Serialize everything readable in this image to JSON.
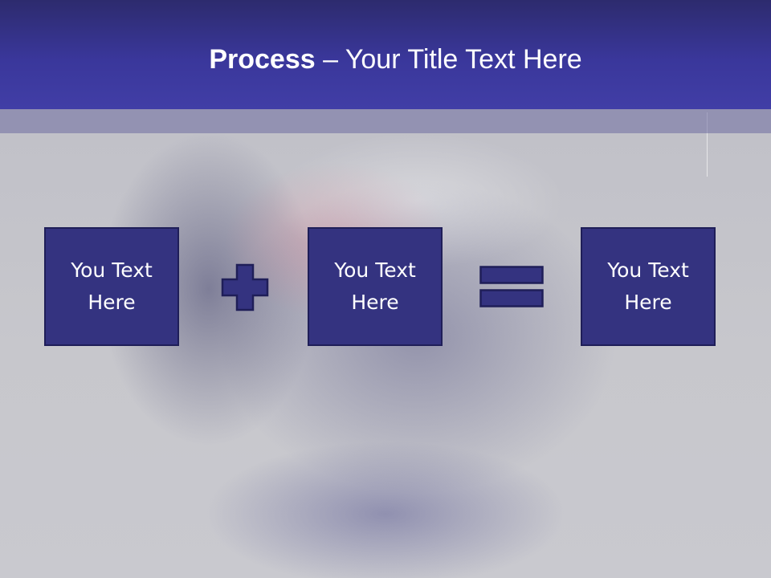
{
  "slide": {
    "title_bold": "Process",
    "title_rest": " – Your Title Text Here",
    "boxes": [
      {
        "text": "You Text\nHere"
      },
      {
        "text": "You Text\nHere"
      },
      {
        "text": "You Text\nHere"
      }
    ],
    "operators": [
      "plus-icon",
      "equals-icon"
    ]
  },
  "colors": {
    "header": "#3a379b",
    "box_fill": "#343380",
    "box_border": "#1f1e58",
    "text": "#ffffff",
    "background": "#c9c9ce"
  }
}
